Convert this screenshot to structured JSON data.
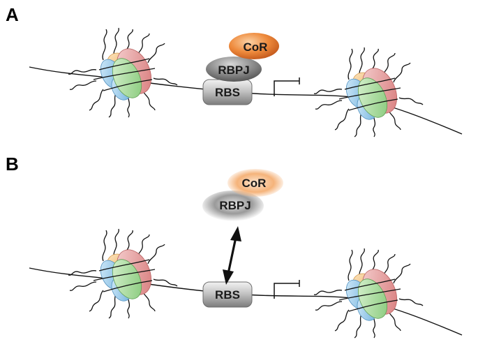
{
  "panels": [
    {
      "label": "A",
      "state": "bound"
    },
    {
      "label": "B",
      "state": "unbound"
    }
  ],
  "labels": {
    "corepressor": "CoR",
    "rbpj": "RBPJ",
    "rbs": "RBS"
  },
  "colors": {
    "corepressor": "#e8742a",
    "rbpj": "#6e6e6e",
    "rbs": "#9a9a9a",
    "histone_blue": "#8fc3e6",
    "histone_green": "#a6d99a",
    "histone_red": "#e39292",
    "histone_orange": "#f2c27a",
    "dna": "#111111"
  },
  "icons": {
    "promoter": "transcription-start-arrow-icon",
    "exchange": "double-headed-arrow-icon"
  }
}
